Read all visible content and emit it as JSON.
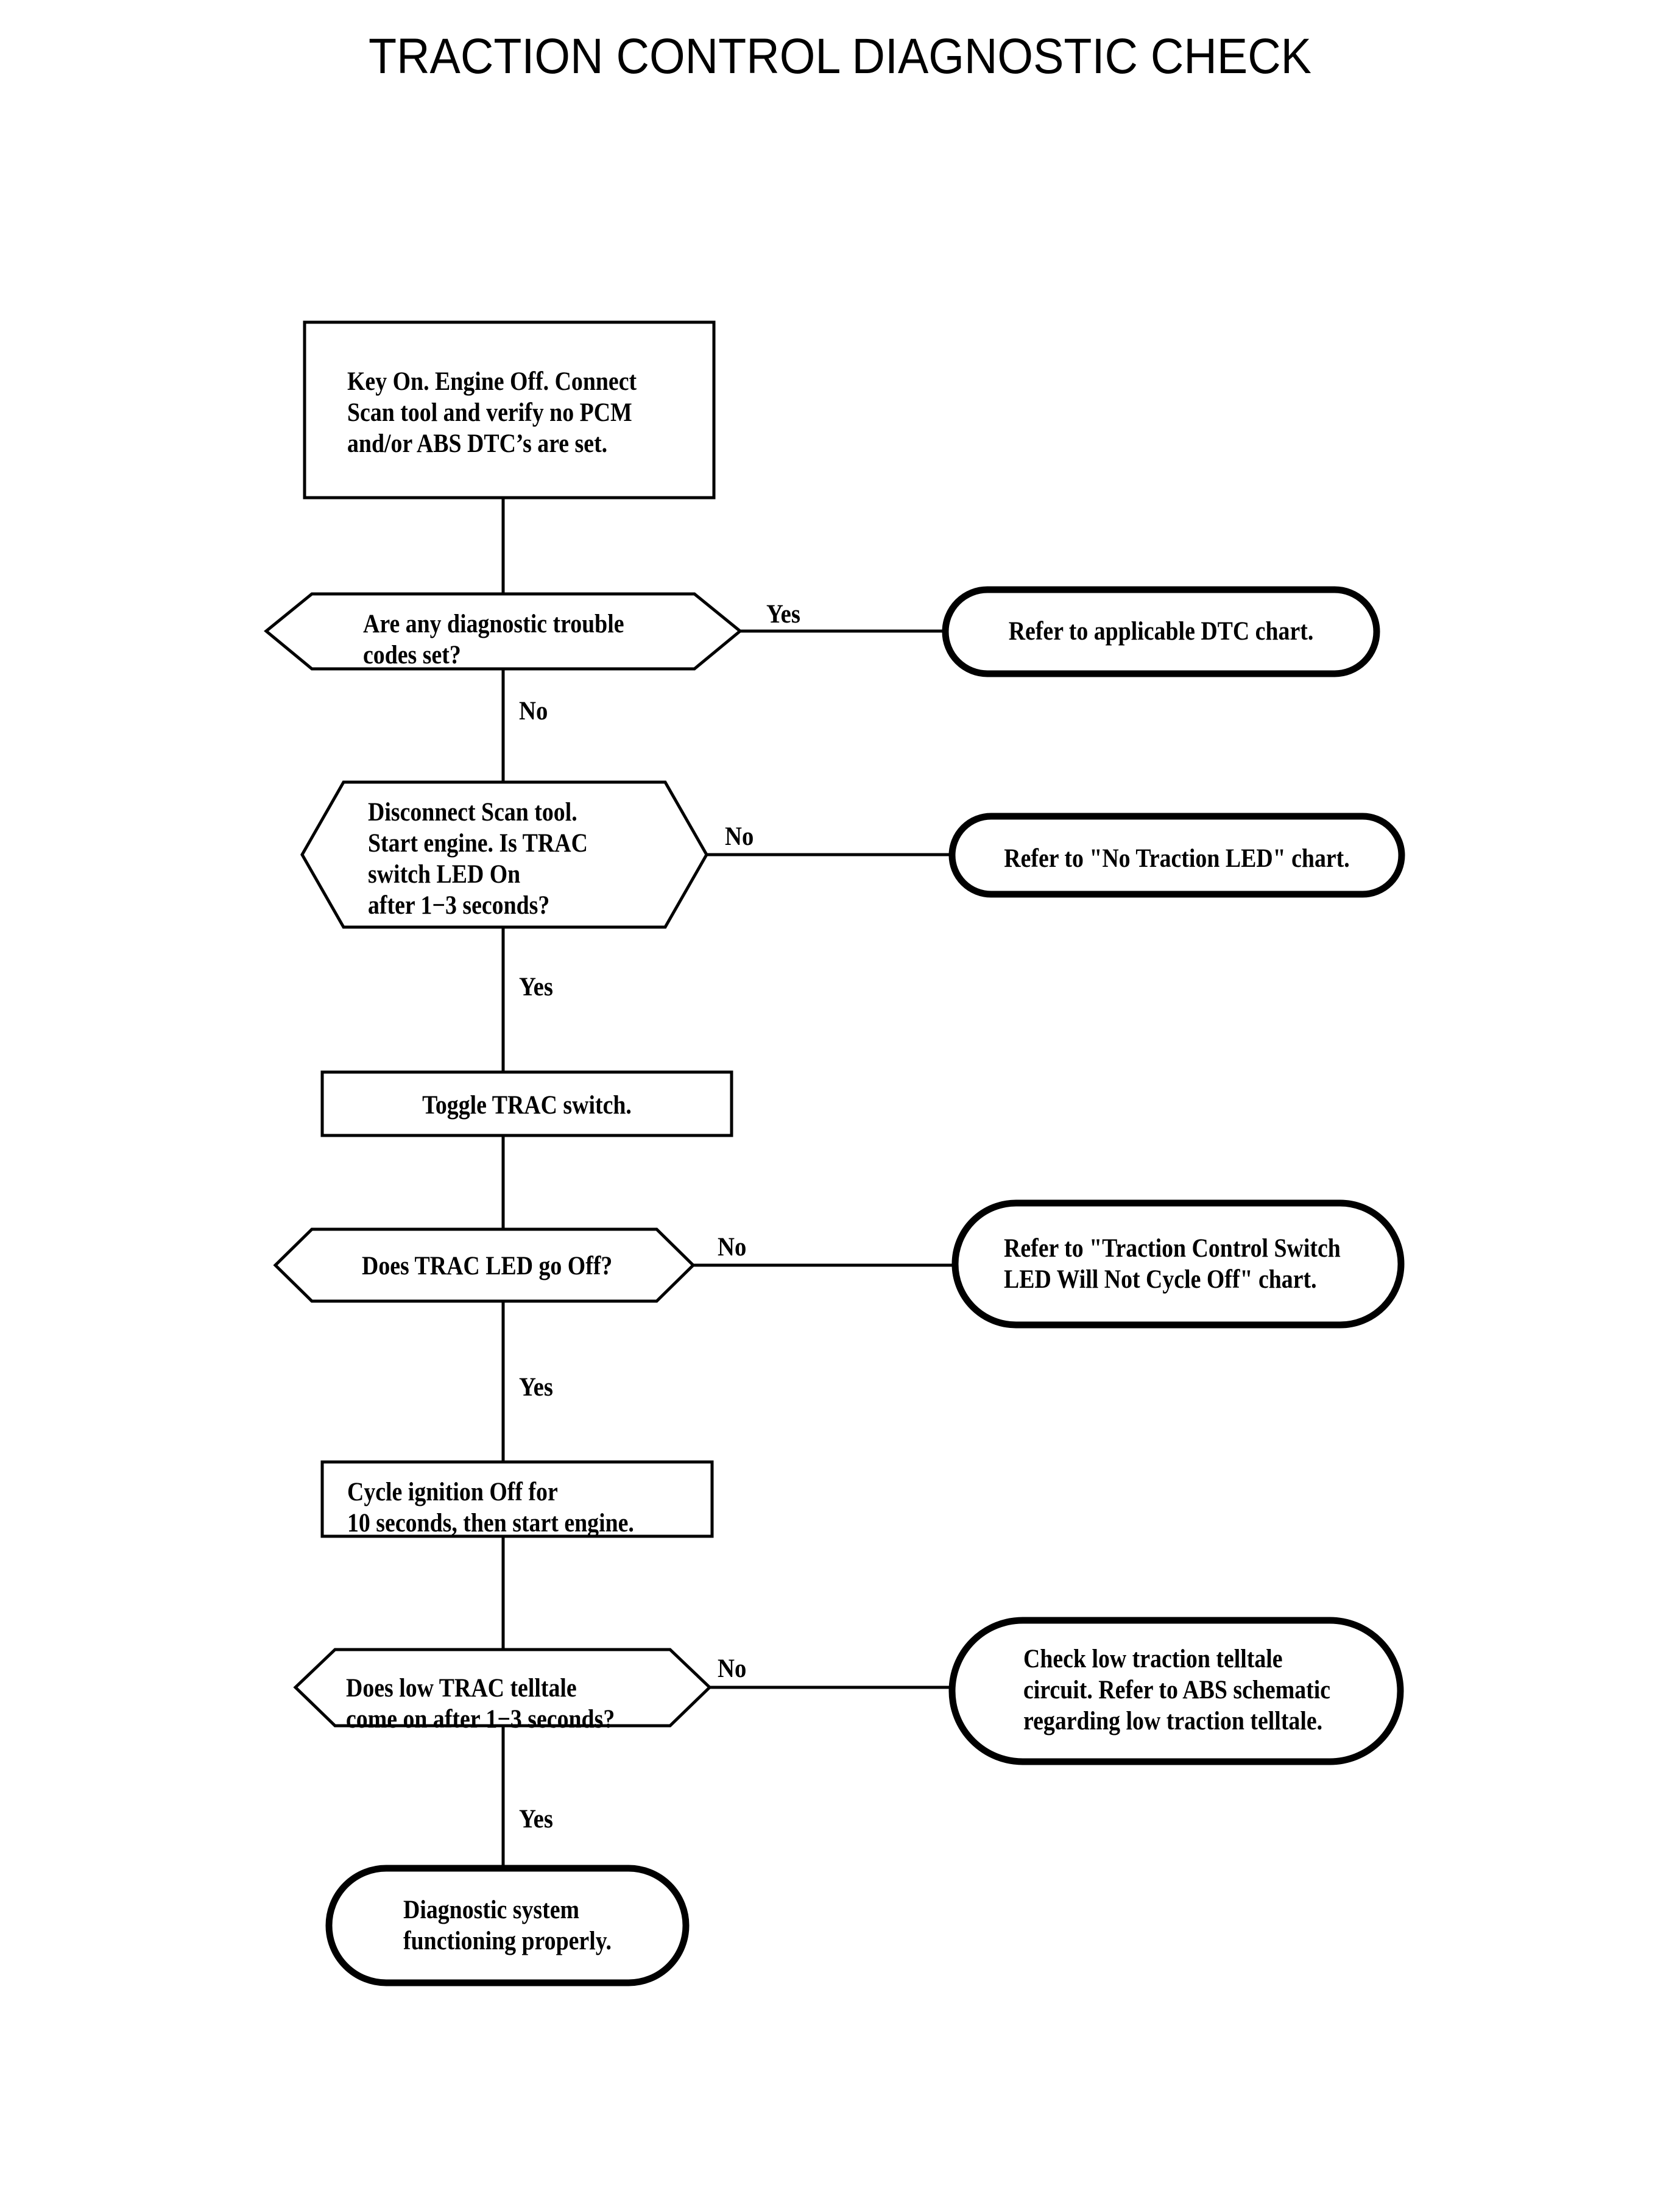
{
  "title": "TRACTION CONTROL DIAGNOSTIC CHECK",
  "chart_data": {
    "type": "diagram",
    "diagram_type": "flowchart",
    "title": "TRACTION CONTROL DIAGNOSTIC CHECK",
    "nodes": [
      {
        "id": "n1",
        "shape": "process",
        "text": "Key On.  Engine Off.  Connect\nScan tool and verify no PCM\nand/or ABS DTC’s are set."
      },
      {
        "id": "d1",
        "shape": "decision",
        "text": "Are any diagnostic trouble\ncodes set?"
      },
      {
        "id": "t1",
        "shape": "terminator",
        "text": "Refer to applicable DTC chart."
      },
      {
        "id": "d2",
        "shape": "decision",
        "text": "Disconnect Scan tool.\nStart engine. Is TRAC\nswitch LED On\nafter 1−3 seconds?"
      },
      {
        "id": "t2",
        "shape": "terminator",
        "text": "Refer to \"No Traction LED\" chart."
      },
      {
        "id": "n2",
        "shape": "process",
        "text": "Toggle TRAC switch."
      },
      {
        "id": "d3",
        "shape": "decision",
        "text": "Does TRAC LED go Off?"
      },
      {
        "id": "t3",
        "shape": "terminator",
        "text": "Refer to \"Traction Control Switch\nLED Will Not Cycle Off\" chart."
      },
      {
        "id": "n3",
        "shape": "process",
        "text": "Cycle ignition Off for\n10 seconds, then start engine."
      },
      {
        "id": "d4",
        "shape": "decision",
        "text": "Does low TRAC telltale\ncome on after 1−3 seconds?"
      },
      {
        "id": "t4",
        "shape": "terminator",
        "text": "Check low traction telltale\ncircuit. Refer to ABS schematic\nregarding low traction telltale."
      },
      {
        "id": "t5",
        "shape": "terminator",
        "text": "Diagnostic system\nfunctioning properly."
      }
    ],
    "edges": [
      {
        "from": "n1",
        "to": "d1",
        "label": ""
      },
      {
        "from": "d1",
        "to": "t1",
        "label": "Yes"
      },
      {
        "from": "d1",
        "to": "d2",
        "label": "No"
      },
      {
        "from": "d2",
        "to": "t2",
        "label": "No"
      },
      {
        "from": "d2",
        "to": "n2",
        "label": "Yes"
      },
      {
        "from": "n2",
        "to": "d3",
        "label": ""
      },
      {
        "from": "d3",
        "to": "t3",
        "label": "No"
      },
      {
        "from": "d3",
        "to": "n3",
        "label": "Yes"
      },
      {
        "from": "n3",
        "to": "d4",
        "label": ""
      },
      {
        "from": "d4",
        "to": "t4",
        "label": "No"
      },
      {
        "from": "d4",
        "to": "t5",
        "label": "Yes"
      }
    ],
    "colors": {
      "stroke": "#000000",
      "fill": "#ffffff",
      "text": "#000000"
    }
  },
  "nodes": {
    "start_box": "Key On.  Engine Off.  Connect\nScan tool and verify no PCM\nand/or ABS DTC’s are set.",
    "decision_dtc": "Are any diagnostic trouble\ncodes set?",
    "term_dtc_chart": "Refer to applicable DTC chart.",
    "decision_led_on": "Disconnect Scan tool.\nStart engine. Is TRAC\nswitch LED On\nafter 1−3 seconds?",
    "term_no_trac_led": "Refer to \"No Traction LED\" chart.",
    "proc_toggle": "Toggle TRAC switch.",
    "decision_led_off": "Does TRAC LED go Off?",
    "term_switch_led": "Refer to \"Traction Control Switch\nLED Will Not Cycle Off\" chart.",
    "proc_cycle_ign": "Cycle ignition Off for\n10 seconds, then start engine.",
    "decision_telltale": "Does low TRAC telltale\ncome on after 1−3 seconds?",
    "term_check_circuit": "Check low traction telltale\ncircuit. Refer to ABS schematic\nregarding low traction telltale.",
    "term_ok": "Diagnostic system\nfunctioning properly."
  },
  "labels": {
    "yes_dtc": "Yes",
    "no_dtc": "No",
    "no_led_on": "No",
    "yes_led_on": "Yes",
    "no_led_off": "No",
    "yes_led_off": "Yes",
    "no_telltale": "No",
    "yes_telltale": "Yes"
  }
}
